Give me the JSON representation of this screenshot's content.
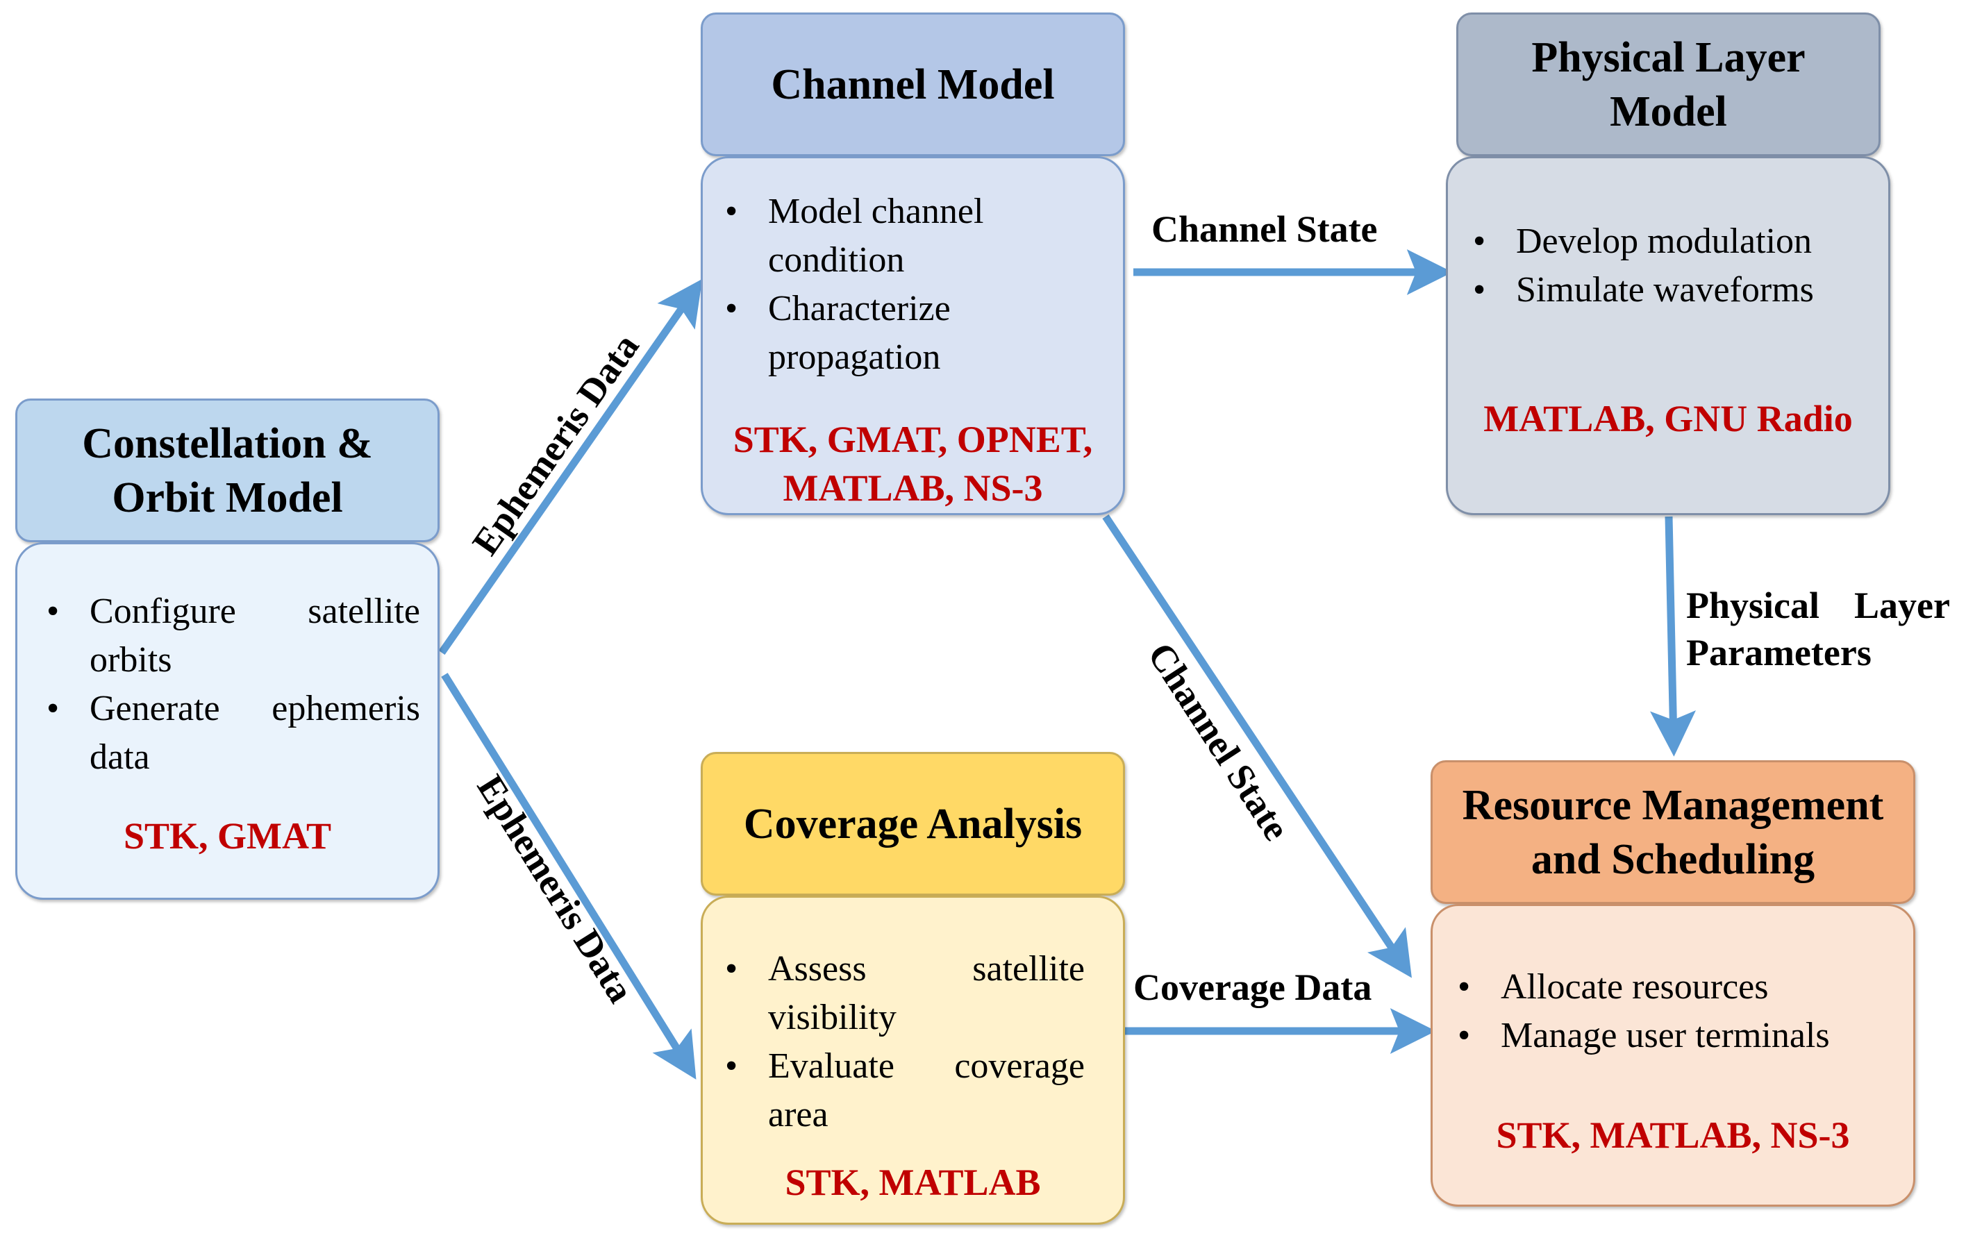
{
  "constellation": {
    "title": "Constellation & Orbit Model",
    "bullets": [
      "Configure satellite orbits",
      "Generate ephemeris data"
    ],
    "tools": "STK, GMAT"
  },
  "channel": {
    "title": "Channel Model",
    "bullets": [
      "Model channel condition",
      "Characterize propagation"
    ],
    "tools": "STK, GMAT, OPNET,\nMATLAB, NS-3"
  },
  "physical": {
    "title": "Physical Layer Model",
    "bullets": [
      "Develop modulation",
      "Simulate waveforms"
    ],
    "tools": "MATLAB, GNU Radio"
  },
  "coverage": {
    "title": "Coverage Analysis",
    "bullets": [
      "Assess satellite visibility",
      "Evaluate coverage area"
    ],
    "tools": "STK, MATLAB"
  },
  "resource": {
    "title": "Resource Management and Scheduling",
    "bullets": [
      "Allocate resources",
      "Manage user terminals"
    ],
    "tools": "STK, MATLAB, NS-3"
  },
  "edges": {
    "orbit_to_channel": "Ephemeris Data",
    "orbit_to_coverage": "Ephemeris Data",
    "channel_to_physical": "Channel State",
    "channel_to_resource": "Channel State",
    "physical_to_resource": "Physical Layer Parameters",
    "coverage_to_resource": "Coverage Data"
  },
  "colors": {
    "arrow": "#5b9bd5",
    "tools": "#c00000"
  }
}
